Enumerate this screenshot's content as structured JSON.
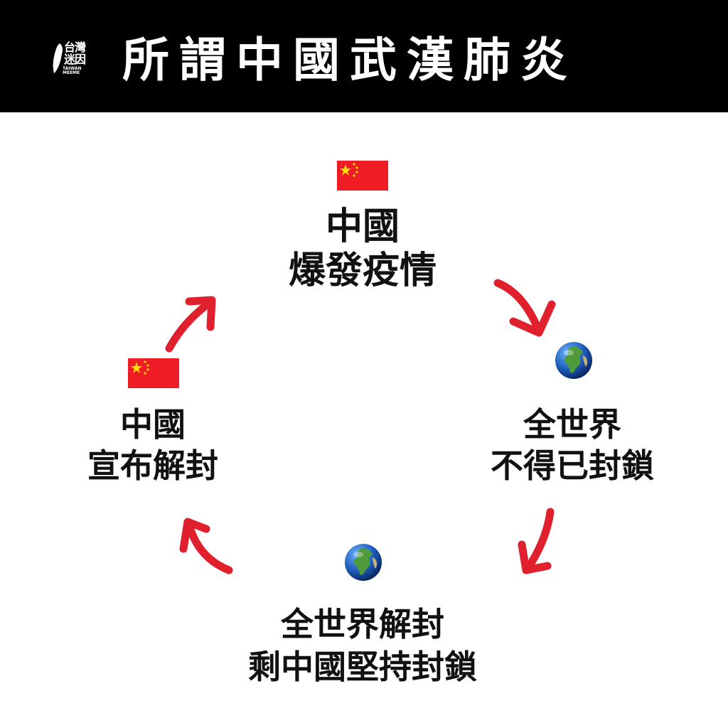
{
  "header": {
    "title": "所謂中國武漢肺炎",
    "logo": {
      "line1": "台灣",
      "line2": "迷因",
      "sub1": "TAIWAN",
      "sub2": "MEEME"
    }
  },
  "cycle": {
    "top": {
      "line1": "中國",
      "line2": "爆發疫情",
      "icon": "china-flag-icon"
    },
    "right": {
      "line1": "全世界",
      "line2": "不得已封鎖",
      "icon": "earth-globe-icon"
    },
    "bottom": {
      "line1": "全世界解封",
      "line2": "剩中國堅持封鎖",
      "icon": "earth-globe-icon"
    },
    "left": {
      "line1": "中國",
      "line2": "宣布解封",
      "icon": "china-flag-icon"
    }
  },
  "colors": {
    "header_bg": "#000000",
    "arrow": "#e0202c",
    "flag_red": "#ee1c25",
    "flag_star": "#ffde00",
    "text": "#111111"
  }
}
